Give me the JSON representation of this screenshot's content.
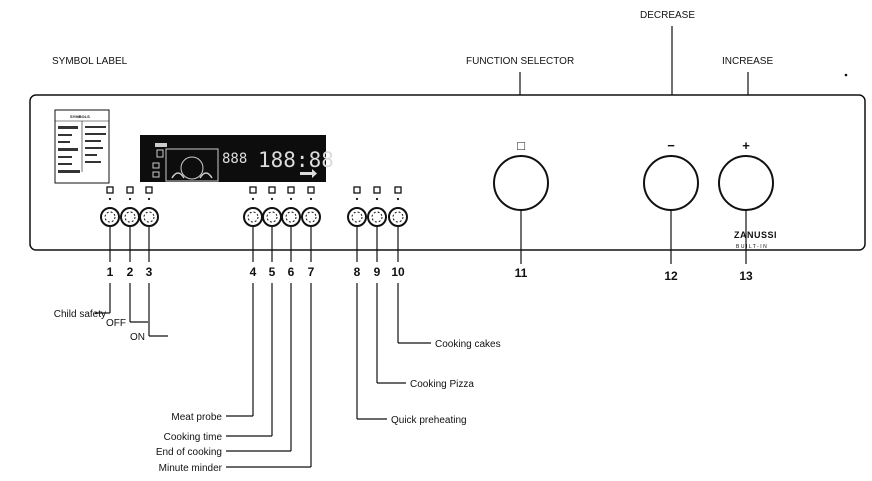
{
  "headers": {
    "symbol_label": "SYMBOL LABEL",
    "function_selector": "FUNCTION SELECTOR",
    "decrease": "DECREASE",
    "increase": "INCREASE"
  },
  "symbol_label_card": {
    "title": "SYMBOLS"
  },
  "display": {
    "small_digits": "888",
    "main_digits": "188:88"
  },
  "brand": {
    "name": "ZANUSSI",
    "sub": "BUILT-IN"
  },
  "buttons": [
    {
      "number": "1",
      "symbol": "child-lock-icon",
      "callout": "Child safety"
    },
    {
      "number": "2",
      "symbol": "off-icon",
      "callout": "OFF"
    },
    {
      "number": "3",
      "symbol": "on-icon",
      "callout": "ON"
    },
    {
      "number": "4",
      "symbol": "meat-probe-icon",
      "callout": "Meat probe"
    },
    {
      "number": "5",
      "symbol": "cooking-time-icon",
      "callout": "Cooking time"
    },
    {
      "number": "6",
      "symbol": "end-of-cooking-icon",
      "callout": "End of cooking"
    },
    {
      "number": "7",
      "symbol": "minute-minder-icon",
      "callout": "Minute minder"
    },
    {
      "number": "8",
      "symbol": "quick-preheat-icon",
      "callout": "Quick preheating"
    },
    {
      "number": "9",
      "symbol": "pizza-icon",
      "callout": "Cooking Pizza"
    },
    {
      "number": "10",
      "symbol": "cakes-icon",
      "callout": "Cooking cakes"
    }
  ],
  "knobs": [
    {
      "number": "11",
      "symbol": "function-icon",
      "mark": "□"
    },
    {
      "number": "12",
      "symbol": "minus-icon",
      "mark": "−"
    },
    {
      "number": "13",
      "symbol": "plus-icon",
      "mark": "+"
    }
  ]
}
